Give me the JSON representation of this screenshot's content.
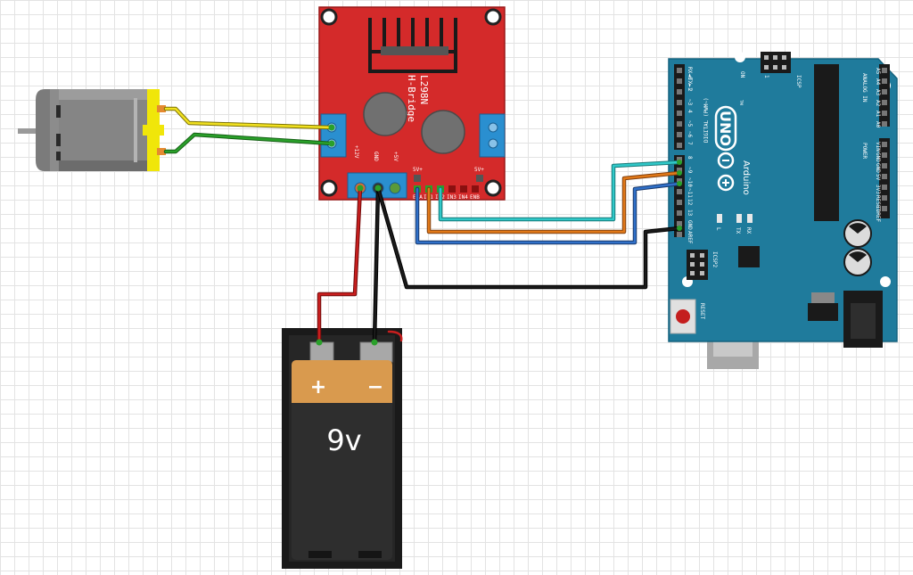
{
  "l298n": {
    "title_line1": "L298N",
    "title_line2": "H-Bridge",
    "power_labels": [
      "+12V",
      "GND",
      "+5V"
    ],
    "header_5v_left": "5V+",
    "header_5v_right": "5V+",
    "control_pins": [
      "ENA",
      "IN1",
      "IN2",
      "IN3",
      "IN4",
      "ENB"
    ]
  },
  "battery": {
    "plus": "+",
    "minus": "−",
    "voltage": "9v"
  },
  "arduino": {
    "logo_text": "UNO",
    "brand": "Arduino",
    "tm": "TM",
    "digital_label": "DIGITAL (PWM~)",
    "analog_label": "ANALOG IN",
    "power_label": "POWER",
    "icsp_label": "ICSP",
    "icsp2_label": "ICSP2",
    "icsp_pin1": "1",
    "on_label": "ON",
    "l_label": "L",
    "tx_label": "TX",
    "rx_label": "RX",
    "reset_label": "RESET",
    "digital_pins": [
      "RX◄0",
      "TX►1",
      "2",
      "~3",
      "4",
      "~5",
      "~6",
      "7",
      "8",
      "~9",
      "~10",
      "~11",
      "12",
      "13",
      "GND",
      "AREF"
    ],
    "analog_pins": [
      "A5",
      "A4",
      "A3",
      "A2",
      "A1",
      "A0"
    ],
    "power_pins": [
      "VIN",
      "GND",
      "GND",
      "5V",
      "3V3",
      "RESET",
      "IOREF"
    ]
  },
  "colors": {
    "board_blue": "#1f7b9c",
    "l298n_red": "#d42a2a",
    "terminal_blue": "#2a8fd0",
    "wire_yellow": "#f0e020",
    "wire_green": "#2aa02a",
    "wire_red": "#c81e1e",
    "wire_black": "#1a1a1a",
    "wire_cyan": "#30c8c8",
    "wire_orange": "#e07818",
    "wire_blue": "#3070c8",
    "battery_orange": "#d99a4e"
  }
}
